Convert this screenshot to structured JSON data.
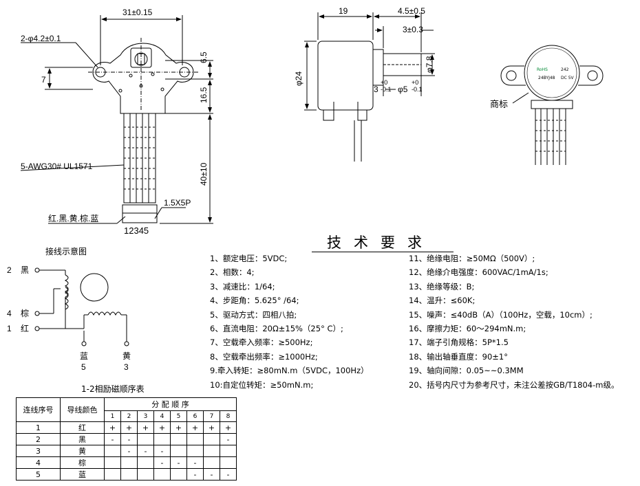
{
  "front_view": {
    "dim_width": "31±0.15",
    "dim_holes": "2-φ4.2±0.1",
    "dim_left_7": "7",
    "dim_6_5": "6.5",
    "dim_16_5": "16.5",
    "dim_40": "40±10",
    "wire_spec": "5-AWG30# UL1571",
    "connector": "1.5X5P",
    "wire_colors": "红.黑.黄.棕.蓝",
    "pin_numbers": "12345"
  },
  "side_view": {
    "dim_19": "19",
    "dim_4_5": "4.5±0.5",
    "dim_3": "3±0.3",
    "dim_24": "φ24",
    "dim_7_8": "φ7.8",
    "dim_3_tol_main": "3",
    "dim_3_tol_upper": "+0",
    "dim_3_tol_lower": "-0.1",
    "dim_5_main": "φ5",
    "dim_5_tol_upper": "+0",
    "dim_5_tol_lower": "-0.1"
  },
  "label_view": {
    "trademark": "商标",
    "label_line1": "24BYJ48",
    "label_line2": "DC 5V",
    "label_rohs": "RoHS",
    "label_242": "242"
  },
  "wiring": {
    "title": "接线示意图",
    "pins": [
      {
        "num": "2",
        "color": "黑"
      },
      {
        "num": "4",
        "color": "棕"
      },
      {
        "num": "1",
        "color": "红"
      },
      {
        "num": "5",
        "color": "蓝"
      },
      {
        "num": "3",
        "color": "黄"
      }
    ],
    "seq_title": "1-2相励磁顺序表"
  },
  "table": {
    "col_seq": "连线序号",
    "col_color": "导线颜色",
    "col_assign": "分 配 顺 序",
    "steps": [
      "1",
      "2",
      "3",
      "4",
      "5",
      "6",
      "7",
      "8"
    ],
    "rows": [
      {
        "seq": "1",
        "color": "红",
        "cells": [
          "+",
          "+",
          "+",
          "+",
          "+",
          "+",
          "+",
          "+"
        ]
      },
      {
        "seq": "2",
        "color": "黑",
        "cells": [
          "-",
          "-",
          "",
          "",
          "",
          "",
          "",
          "-"
        ]
      },
      {
        "seq": "3",
        "color": "黄",
        "cells": [
          "",
          "-",
          "-",
          "-",
          "",
          "",
          "",
          ""
        ]
      },
      {
        "seq": "4",
        "color": "棕",
        "cells": [
          "",
          "",
          "",
          "-",
          "-",
          "-",
          "",
          ""
        ]
      },
      {
        "seq": "5",
        "color": "蓝",
        "cells": [
          "",
          "",
          "",
          "",
          "",
          "-",
          "-",
          "-"
        ]
      }
    ]
  },
  "spec": {
    "title": "技术要求",
    "left": [
      "1、额定电压：5VDC;",
      "2、相数：4;",
      "3、减速比：1/64;",
      "4、步距角：5.625° /64;",
      "5、驱动方式：四相八拍;",
      "6、直流电阻：20Ω±15%（25° C）;",
      "7、空载牵入频率：≥500Hz;",
      "8、空载牵出频率：≥1000Hz;",
      "9.牵入转矩：≥80mN.m（5VDC，100Hz）",
      "10:自定位转矩：≥50mN.m;"
    ],
    "right": [
      "11、绝缘电阻：≥50MΩ（500V）;",
      "12、绝缘介电强度：600VAC/1mA/1s;",
      "13、绝缘等级：B;",
      "14、温升：≤60K;",
      "15、噪声：≤40dB（A）（100Hz，空载，10cm）;",
      "16、摩擦力矩：60～294mN.m;",
      "17、端子引角规格：5P*1.5",
      "18、输出轴垂直度：90±1°",
      "19、轴向间隙：0.05~~0.3MM",
      "20、括号内尺寸为参考尺寸，未注公差按GB/T1804-m级。"
    ]
  }
}
